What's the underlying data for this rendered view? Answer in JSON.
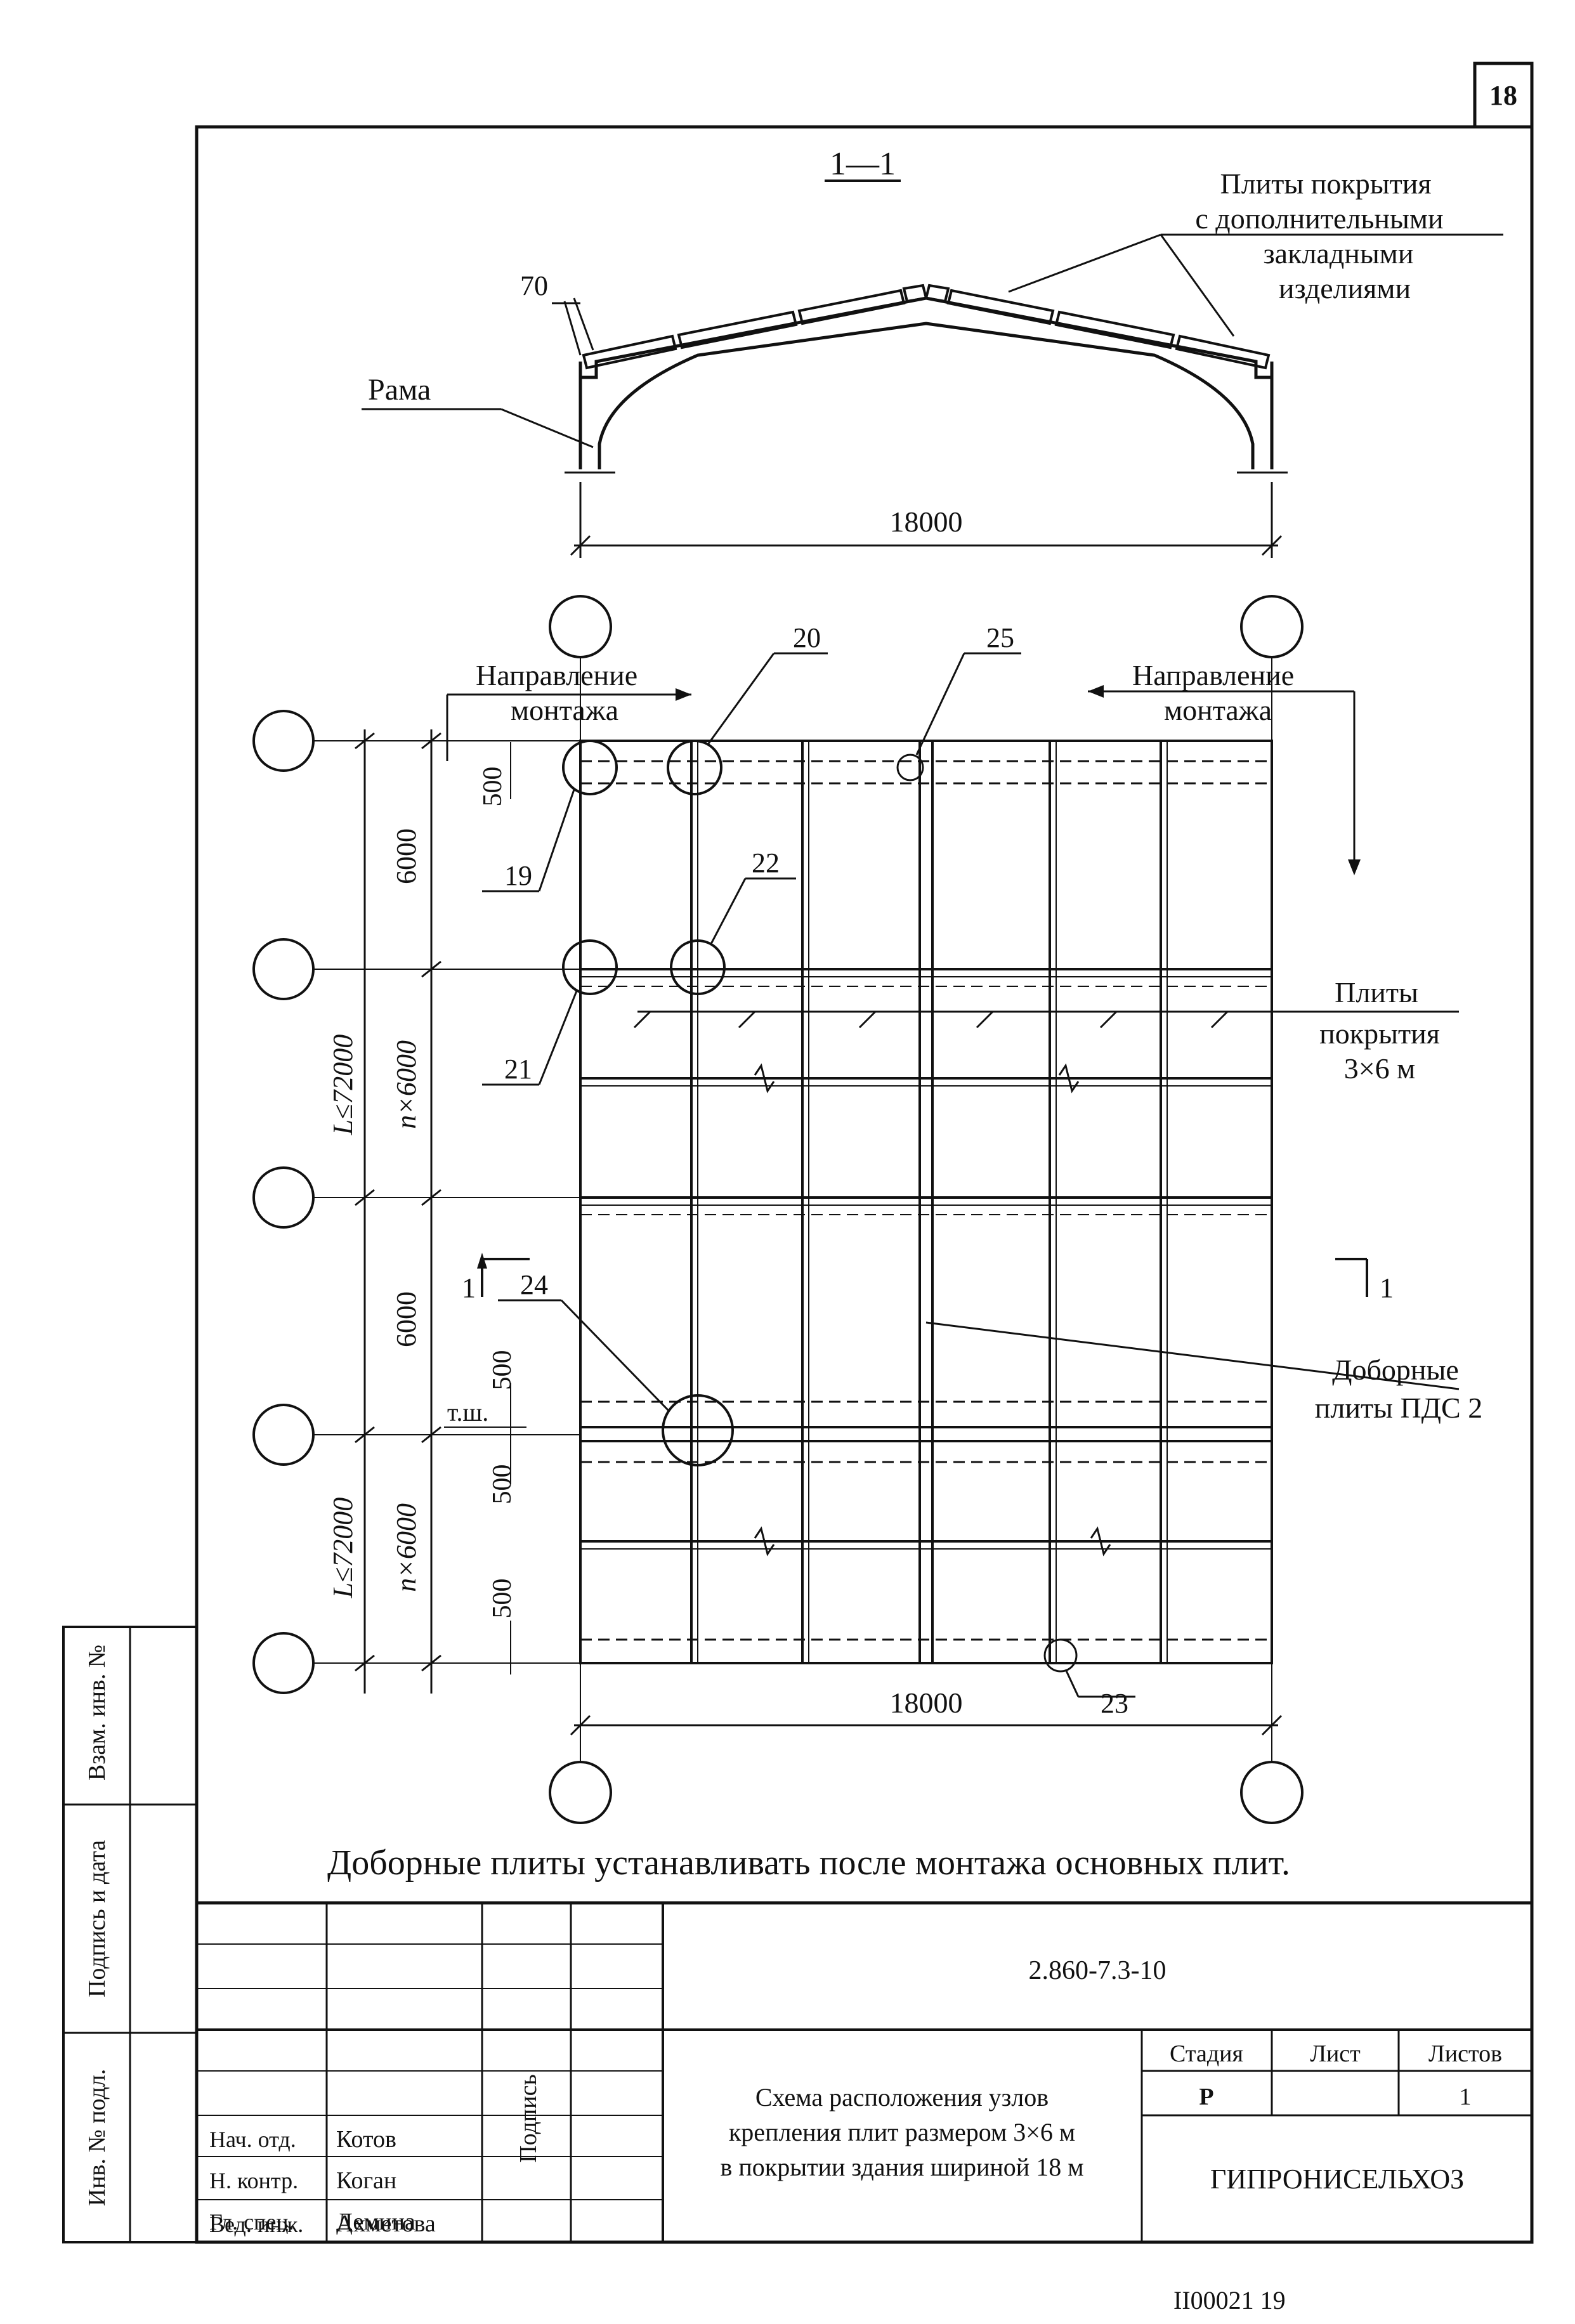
{
  "sheet": {
    "page_number": "18",
    "section_label": "1—1",
    "footer_code": "II00021   19"
  },
  "section": {
    "roof_panels_label": [
      "Плиты покрытия",
      "с дополнительными",
      "закладными",
      "изделиями"
    ],
    "frame_label": "Рама",
    "dim_70": "70",
    "span": "18000"
  },
  "plan": {
    "direction_left": [
      "Направление",
      "монтажа"
    ],
    "direction_right": [
      "Направление",
      "монтажа"
    ],
    "node_labels": [
      "19",
      "20",
      "21",
      "22",
      "23",
      "24",
      "25"
    ],
    "dims": {
      "d500": "500",
      "d6000": "6000",
      "n6000": "n×6000",
      "L72000": "L≤72000",
      "tsh": "т.ш.",
      "span": "18000"
    },
    "section_mark": "1",
    "plates_label": [
      "Плиты",
      "покрытия",
      "3×6 м"
    ],
    "additional_label": [
      "Доборные",
      "плиты ПДС 2"
    ],
    "note": "Доборные плиты устанавливать после монтажа основных плит."
  },
  "title_block": {
    "doc_code": "2.860-7.3-10",
    "title": [
      "Схема расположения узлов",
      "крепления плит размером 3×6 м",
      "в покрытии здания шириной 18 м"
    ],
    "stage_header": "Стадия",
    "sheet_header": "Лист",
    "sheets_header": "Листов",
    "stage": "Р",
    "sheet": "",
    "sheets": "1",
    "org": "ГИПРОНИСЕЛЬХОЗ",
    "signature_header": "Подпись",
    "roles": [
      {
        "role": "Нач. отд.",
        "name": "Котов"
      },
      {
        "role": "Н. контр.",
        "name": "Коган"
      },
      {
        "role": "Гл. спец.",
        "name": "Демина"
      },
      {
        "role": "Вед. инж.",
        "name": "Ахметова"
      }
    ],
    "side_fields": [
      "Взам. инв. №",
      "Подпись и дата",
      "Инв. № подл."
    ]
  }
}
